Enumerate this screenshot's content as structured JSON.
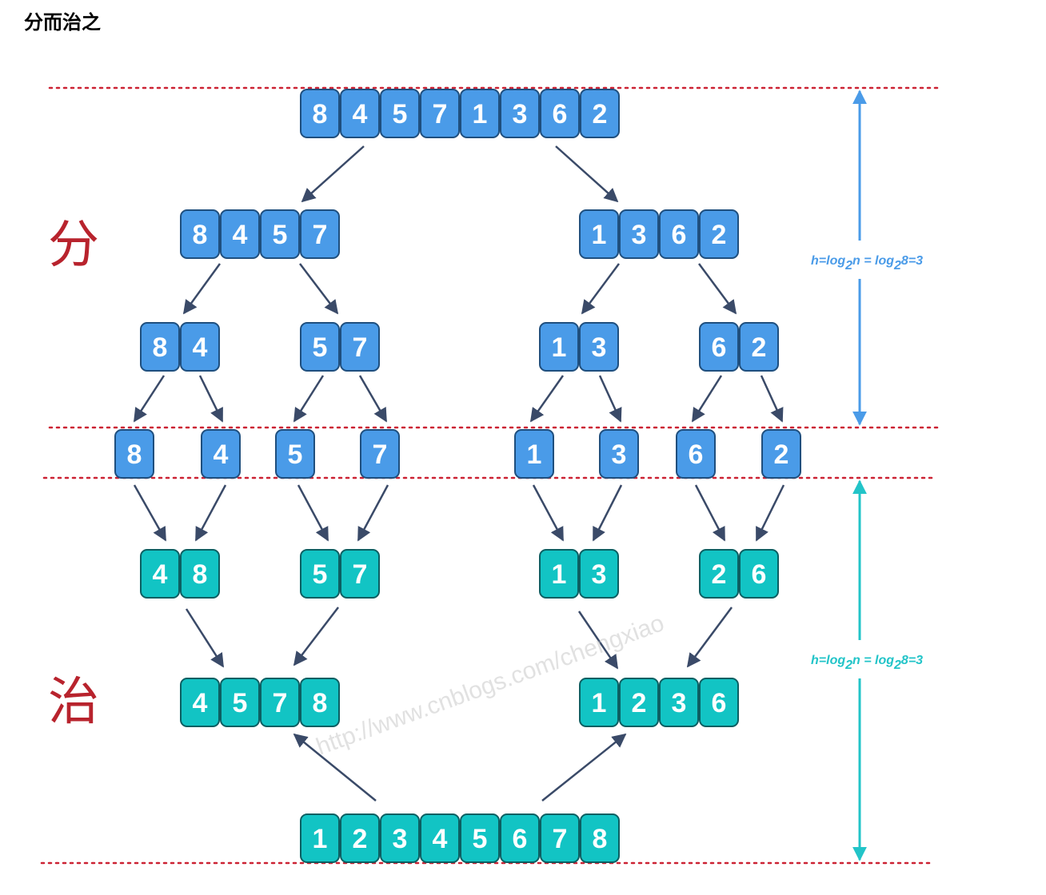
{
  "title": "分而治之",
  "labels": {
    "divide": "分",
    "conquer": "治"
  },
  "formula": {
    "prefix": "h=log",
    "sub1": "2",
    "mid": "n = log",
    "sub2": "2",
    "suffix": "8=3"
  },
  "watermark": "http://www.cnblogs.com/chengxiao",
  "colors": {
    "divide_fill": "#4a9be8",
    "divide_stroke": "#1f4f7e",
    "conquer_fill": "#12c4c4",
    "conquer_stroke": "#0c5f62",
    "arrow": "#3a4a68",
    "guide_line": "#cc2233",
    "axis_divide": "#4a9be8",
    "axis_conquer": "#22c4c8",
    "side_label": "#b8232d"
  },
  "divide_levels": [
    [
      [
        8,
        4,
        5,
        7,
        1,
        3,
        6,
        2
      ]
    ],
    [
      [
        8,
        4,
        5,
        7
      ],
      [
        1,
        3,
        6,
        2
      ]
    ],
    [
      [
        8,
        4
      ],
      [
        5,
        7
      ],
      [
        1,
        3
      ],
      [
        6,
        2
      ]
    ],
    [
      [
        8
      ],
      [
        4
      ],
      [
        5
      ],
      [
        7
      ],
      [
        1
      ],
      [
        3
      ],
      [
        6
      ],
      [
        2
      ]
    ]
  ],
  "conquer_levels": [
    [
      [
        4,
        8
      ],
      [
        5,
        7
      ],
      [
        1,
        3
      ],
      [
        2,
        6
      ]
    ],
    [
      [
        4,
        5,
        7,
        8
      ],
      [
        1,
        2,
        3,
        6
      ]
    ],
    [
      [
        1,
        2,
        3,
        4,
        5,
        6,
        7,
        8
      ]
    ]
  ]
}
